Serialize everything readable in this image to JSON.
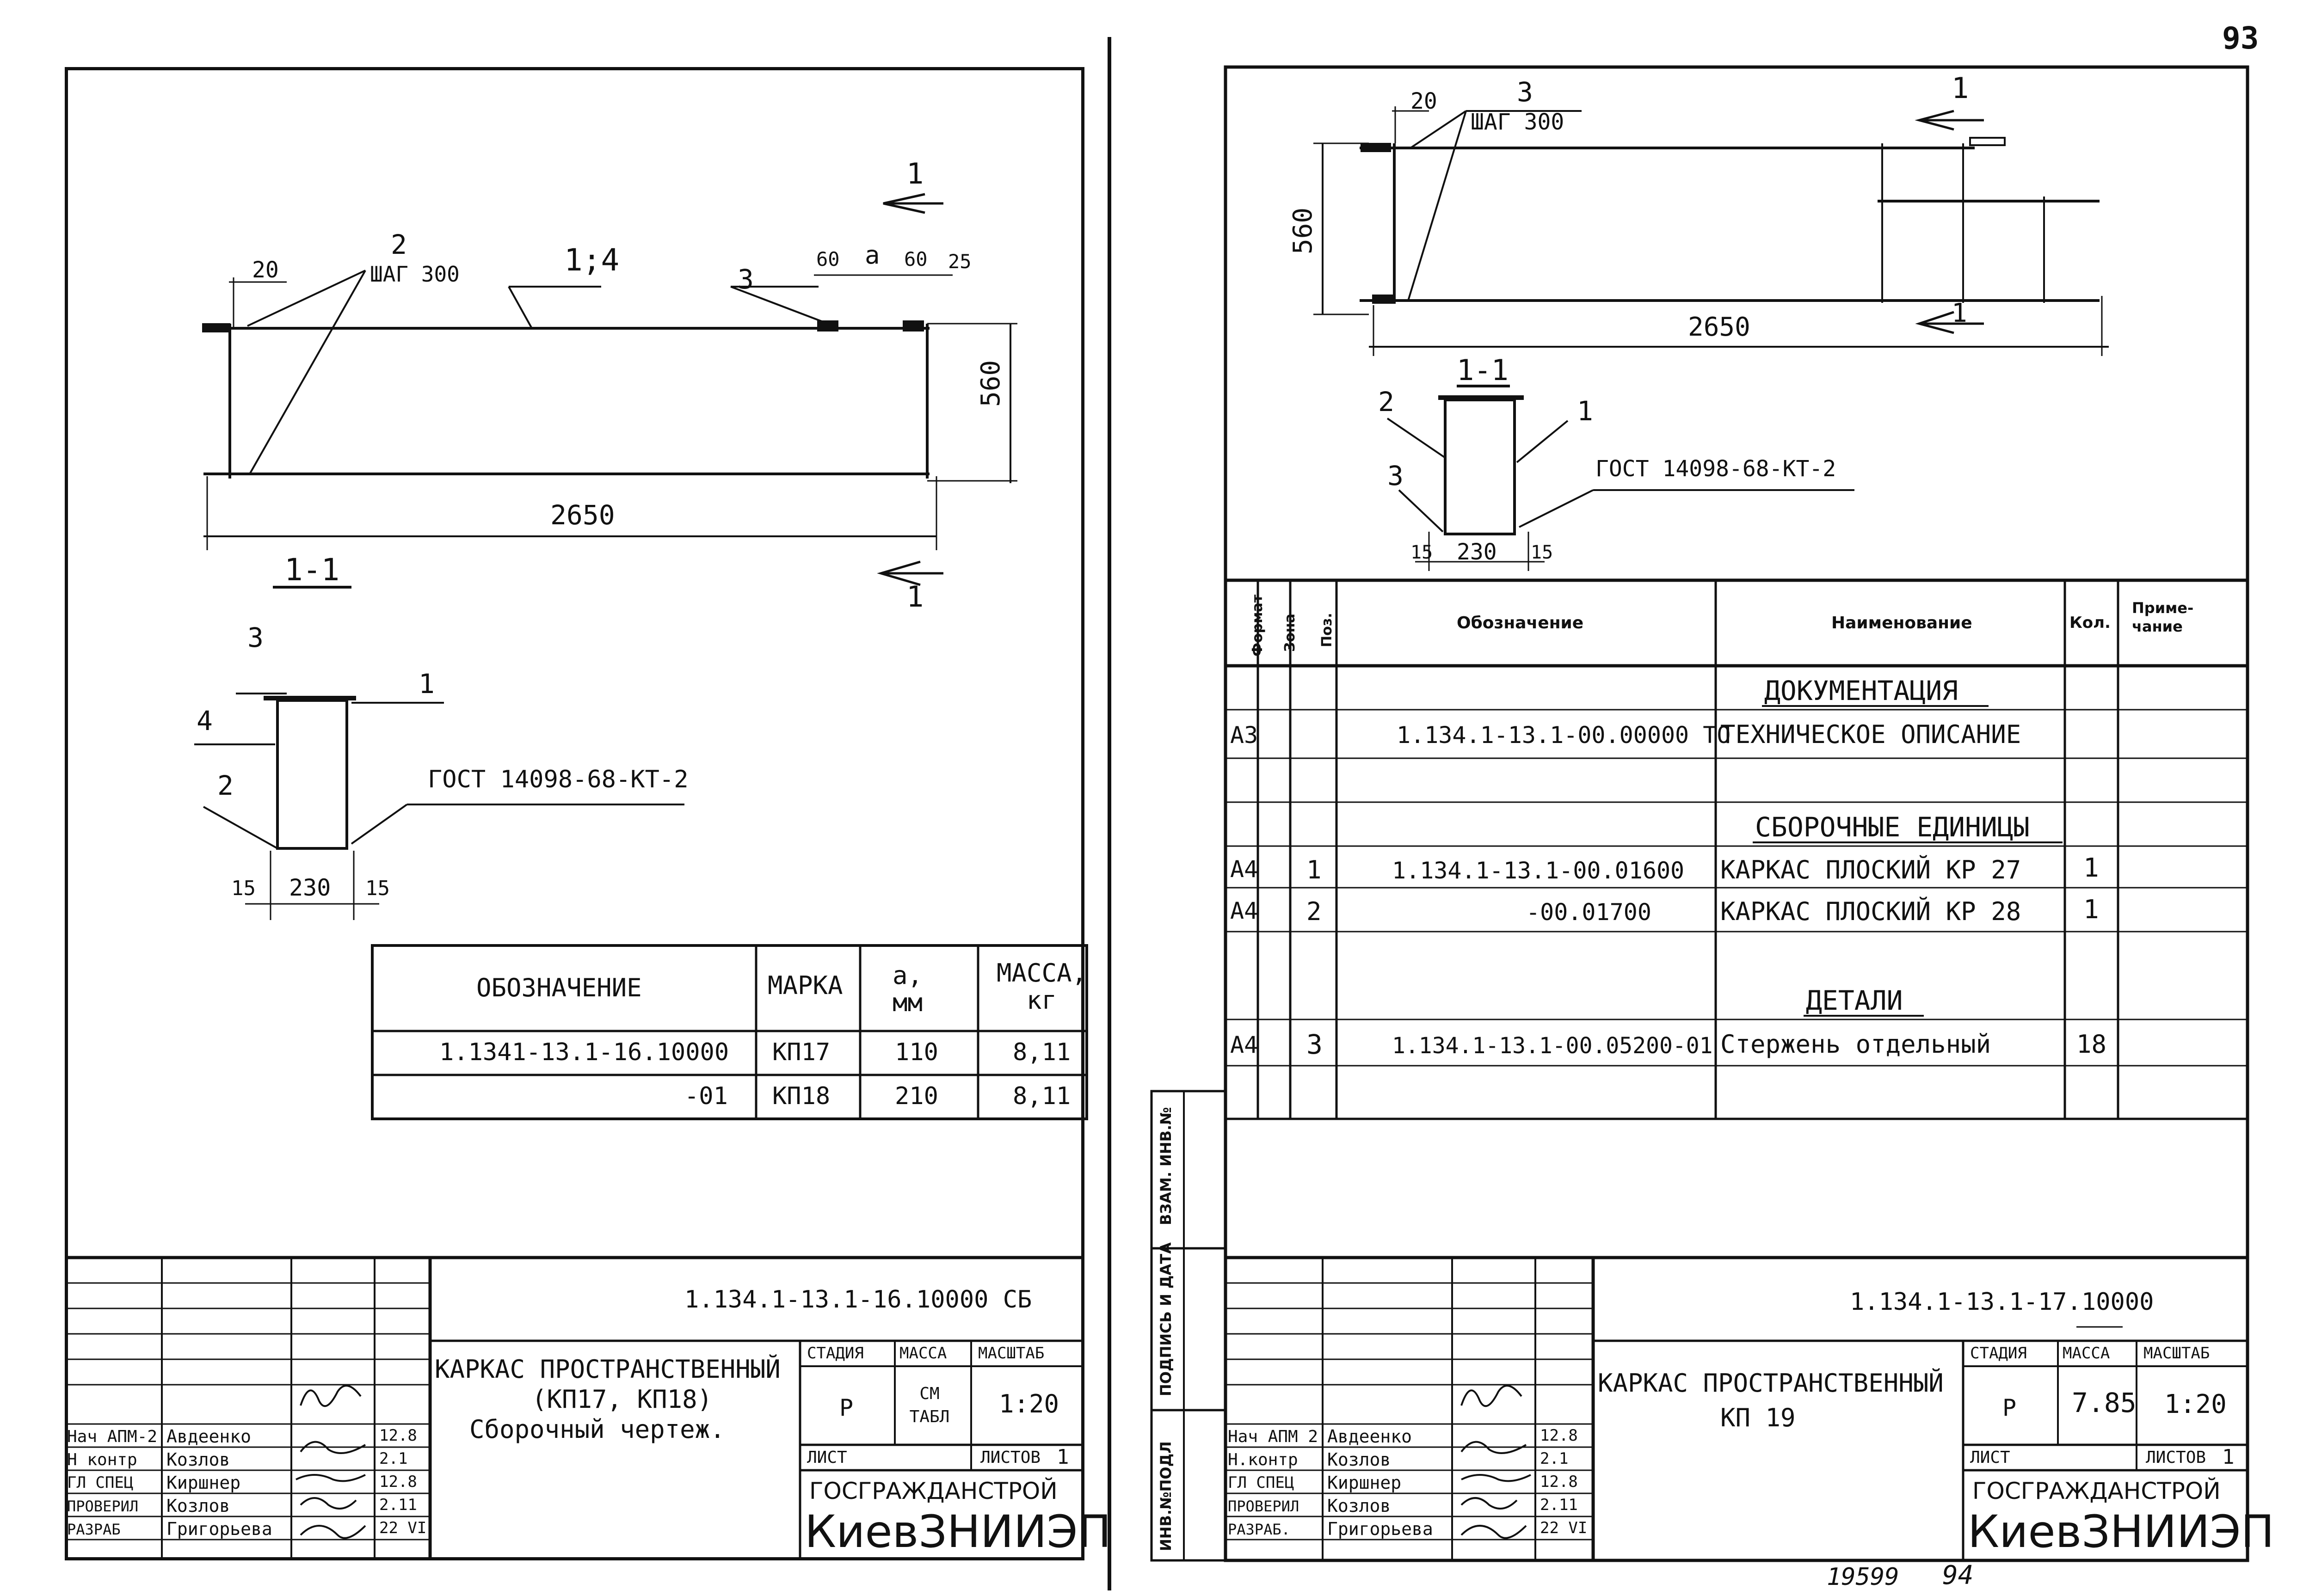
{
  "page_number": "93",
  "bottom_annotations": {
    "left": "19599",
    "right": "94"
  },
  "left_sheet": {
    "elevation": {
      "dim_20": "20",
      "pos2_label": "2",
      "pos2_step": "ШАГ 300",
      "pos14_label": "1;4",
      "pos3_label": "3",
      "dim_60a": "60",
      "dim_a": "a",
      "dim_60b": "60",
      "dim_25": "25",
      "dim_560": "560",
      "dim_2650": "2650",
      "section_mark": "1",
      "section_mark_bottom": "1"
    },
    "section": {
      "title": "1-1",
      "pos3": "3",
      "pos4": "4",
      "pos1": "1",
      "pos2": "2",
      "weld_note": "ГОСТ 14098-68-КТ-2",
      "dim_15a": "15",
      "dim_230": "230",
      "dim_15b": "15"
    },
    "variants_table": {
      "headers": [
        "ОБОЗНАЧЕНИЕ",
        "МАРКА",
        "a,\nмм",
        "МАССА,\nкг"
      ],
      "rows": [
        [
          "1.1341-13.1-16.10000",
          "КП17",
          "110",
          "8,11"
        ],
        [
          "-01",
          "КП18",
          "210",
          "8,11"
        ]
      ]
    },
    "title_block": {
      "document_code": "1.134.1-13.1-16.10000 СБ",
      "title_line1": "КАРКАС ПРОСТРАНСТВЕННЫЙ",
      "title_line2": "(КП17, КП18)",
      "title_line3": "Сборочный чертеж.",
      "stage_header": "СТАДИЯ",
      "mass_header": "МАССА",
      "scale_header": "МАСШТАБ",
      "stage": "Р",
      "mass": "СМ ТАБЛ",
      "scale": "1:20",
      "sheet_label": "ЛИСТ",
      "sheets_label": "ЛИСТОВ",
      "sheets_value": "1",
      "org1": "ГОСГРАЖДАНСТРОЙ",
      "org2": "КиевЗНИИЭП",
      "signatures": [
        {
          "role": "Нач АПМ-2",
          "name": "Авдеенко",
          "date": "12.8"
        },
        {
          "role": "Н контр",
          "name": "Козлов",
          "date": "2.1"
        },
        {
          "role": "ГЛ СПЕЦ",
          "name": "Киршнер",
          "date": "12.8"
        },
        {
          "role": "ПРОВЕРИЛ",
          "name": "Козлов",
          "date": "2.11"
        },
        {
          "role": "РАЗРАБ",
          "name": "Григорьева",
          "date": "22 VI"
        }
      ]
    }
  },
  "right_sheet": {
    "elevation": {
      "dim_20": "20",
      "pos3_label": "3",
      "pos3_step": "ШАГ 300",
      "dim_560": "560",
      "dim_2650": "2650",
      "section_mark": "1",
      "section_mark_bottom": "1"
    },
    "section": {
      "title": "1-1",
      "pos2": "2",
      "pos1": "1",
      "pos3": "3",
      "weld_note": "ГОСТ 14098-68-КТ-2",
      "dim_15a": "15",
      "dim_230": "230",
      "dim_15b": "15"
    },
    "spec_table": {
      "headers": [
        "Формат",
        "Зона",
        "Поз.",
        "Обозначение",
        "Наименование",
        "Кол.",
        "Приме-\nчание"
      ],
      "rows": [
        {
          "type": "section",
          "name": "ДОКУМЕНТАЦИЯ"
        },
        {
          "format": "А3",
          "zone": "",
          "pos": "",
          "code": "1.134.1-13.1-00.00000 ТО",
          "name": "ТЕХНИЧЕСКОЕ ОПИСАНИЕ",
          "qty": "",
          "note": ""
        },
        {
          "type": "blank"
        },
        {
          "type": "section",
          "name": "СБОРОЧНЫЕ ЕДИНИЦЫ"
        },
        {
          "format": "А4",
          "zone": "",
          "pos": "1",
          "code": "1.134.1-13.1-00.01600",
          "name": "КАРКАС ПЛОСКИЙ КР 27",
          "qty": "1",
          "note": ""
        },
        {
          "format": "А4",
          "zone": "",
          "pos": "2",
          "code": "-00.01700",
          "name": "КАРКАС ПЛОСКИЙ КР 28",
          "qty": "1",
          "note": ""
        },
        {
          "type": "blank"
        },
        {
          "type": "section",
          "name": "ДЕТАЛИ"
        },
        {
          "format": "А4",
          "zone": "",
          "pos": "3",
          "code": "1.134.1-13.1-00.05200-01",
          "name": "Стержень отдельный",
          "qty": "18",
          "note": ""
        },
        {
          "type": "blank"
        }
      ]
    },
    "side_stamp": [
      "ВЗАМ. ИНВ.№",
      "ПОДПИСЬ И ДАТА",
      "ИНВ.№ПОДЛ"
    ],
    "title_block": {
      "document_code": "1.134.1-13.1-17.10000",
      "title_line1": "КАРКАС ПРОСТРАНСТВЕННЫЙ",
      "title_line2": "КП 19",
      "stage_header": "СТАДИЯ",
      "mass_header": "МАССА",
      "scale_header": "МАСШТАБ",
      "stage": "Р",
      "mass": "7.85",
      "scale": "1:20",
      "sheet_label": "ЛИСТ",
      "sheets_label": "ЛИСТОВ",
      "sheets_value": "1",
      "org1": "ГОСГРАЖДАНСТРОЙ",
      "org2": "КиевЗНИИЭП",
      "signatures": [
        {
          "role": "Нач АПМ 2",
          "name": "Авдеенко",
          "date": "12.8"
        },
        {
          "role": "Н.контр",
          "name": "Козлов",
          "date": "2.1"
        },
        {
          "role": "ГЛ СПЕЦ",
          "name": "Киршнер",
          "date": "12.8"
        },
        {
          "role": "ПРОВЕРИЛ",
          "name": "Козлов",
          "date": "2.11"
        },
        {
          "role": "РАЗРАБ.",
          "name": "Григорьева",
          "date": "22 VI"
        }
      ]
    }
  }
}
